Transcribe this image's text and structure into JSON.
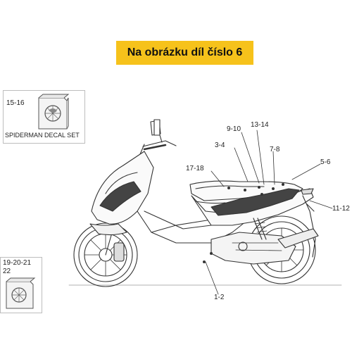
{
  "banner": {
    "text": "Na obrázku díl číslo 6"
  },
  "insets": {
    "top": {
      "part_numbers": "15-16",
      "caption": "SPIDERMAN DECAL SET",
      "icon": "decal-set-package-icon"
    },
    "bottom": {
      "part_numbers_line1": "19-20-21",
      "part_numbers_line2": "22",
      "icon": "decal-set-package-icon"
    }
  },
  "callouts": {
    "c_17_18": "17-18",
    "c_3_4": "3-4",
    "c_9_10": "9-10",
    "c_13_14": "13-14",
    "c_7_8": "7-8",
    "c_5_6": "5-6",
    "c_11_12": "11-12",
    "c_1_2": "1-2"
  },
  "colors": {
    "banner": "#f6c21b",
    "line": "#333333",
    "decal": "#444444"
  }
}
